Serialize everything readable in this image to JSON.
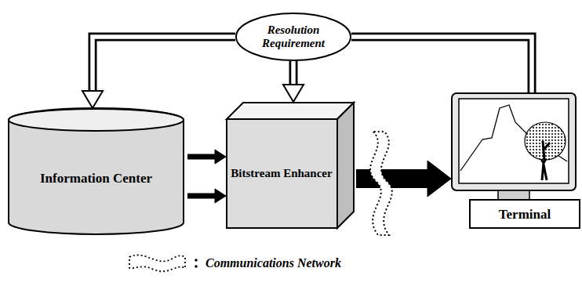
{
  "diagram": {
    "nodes": [
      {
        "text": [
          "Resolution Requirement"
        ]
      },
      {
        "text": [
          "Information Center"
        ]
      },
      {
        "text": [
          "Bitstream Enhancer"
        ]
      },
      {
        "text": [
          "Terminal"
        ]
      }
    ],
    "edges": [
      {
        "from": 3,
        "to": 0,
        "arrow": "none"
      },
      {
        "from": 0,
        "to": 1,
        "arrow": "to"
      },
      {
        "from": 0,
        "to": 2,
        "arrow": "to"
      },
      {
        "from": 1,
        "to": 2,
        "arrow": "to"
      },
      {
        "from": 1,
        "to": 2,
        "arrow": "to"
      },
      {
        "from": 2,
        "to": 3,
        "arrow": "to"
      }
    ],
    "legend": [
      {
        "text": "Communications Network"
      }
    ]
  }
}
